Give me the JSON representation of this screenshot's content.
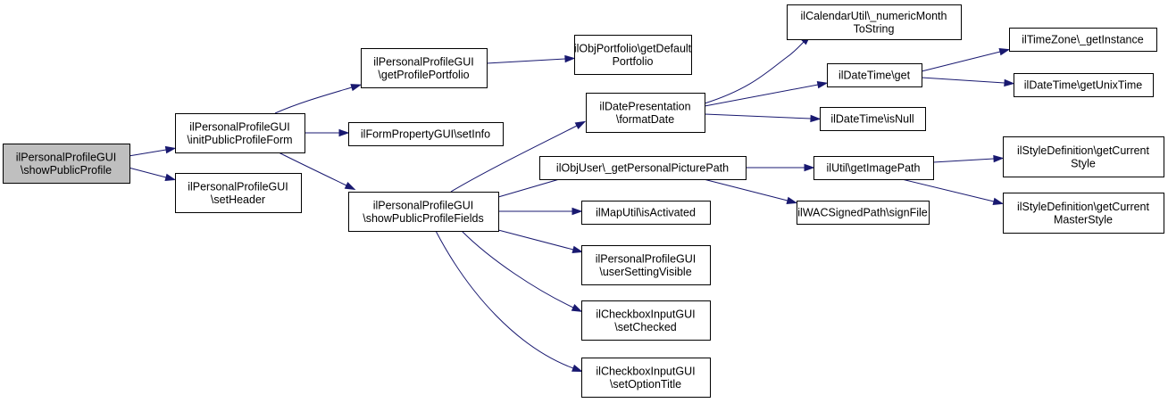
{
  "diagram": {
    "type": "call-graph",
    "colors": {
      "root_fill": "#bfbfbf",
      "node_fill": "#ffffff",
      "node_border": "#000000",
      "edge": "#191970"
    },
    "nodes": [
      {
        "id": "n_root",
        "lines": [
          "ilPersonalProfileGUI",
          "\\showPublicProfile"
        ],
        "root": true
      },
      {
        "id": "n_init",
        "lines": [
          "ilPersonalProfileGUI",
          "\\initPublicProfileForm"
        ]
      },
      {
        "id": "n_header",
        "lines": [
          "ilPersonalProfileGUI",
          "\\setHeader"
        ]
      },
      {
        "id": "n_getportfolio",
        "lines": [
          "ilPersonalProfileGUI",
          "\\getProfilePortfolio"
        ]
      },
      {
        "id": "n_setinfo",
        "lines": [
          "ilFormPropertyGUI\\setInfo"
        ]
      },
      {
        "id": "n_fields",
        "lines": [
          "ilPersonalProfileGUI",
          "\\showPublicProfileFields"
        ]
      },
      {
        "id": "n_objportfolio",
        "lines": [
          "ilObjPortfolio\\getDefault",
          "Portfolio"
        ]
      },
      {
        "id": "n_datepres",
        "lines": [
          "ilDatePresentation",
          "\\formatDate"
        ]
      },
      {
        "id": "n_picpath",
        "lines": [
          "ilObjUser\\_getPersonalPicturePath"
        ]
      },
      {
        "id": "n_maputil",
        "lines": [
          "ilMapUtil\\isActivated"
        ]
      },
      {
        "id": "n_usersetting",
        "lines": [
          "ilPersonalProfileGUI",
          "\\userSettingVisible"
        ]
      },
      {
        "id": "n_setchecked",
        "lines": [
          "ilCheckboxInputGUI",
          "\\setChecked"
        ]
      },
      {
        "id": "n_setoption",
        "lines": [
          "ilCheckboxInputGUI",
          "\\setOptionTitle"
        ]
      },
      {
        "id": "n_calutil",
        "lines": [
          "ilCalendarUtil\\_numericMonth",
          "ToString"
        ]
      },
      {
        "id": "n_dtget",
        "lines": [
          "ilDateTime\\get"
        ]
      },
      {
        "id": "n_dtnull",
        "lines": [
          "ilDateTime\\isNull"
        ]
      },
      {
        "id": "n_imgpath",
        "lines": [
          "ilUtil\\getImagePath"
        ]
      },
      {
        "id": "n_signfile",
        "lines": [
          "ilWACSignedPath\\signFile"
        ]
      },
      {
        "id": "n_tz",
        "lines": [
          "ilTimeZone\\_getInstance"
        ]
      },
      {
        "id": "n_unix",
        "lines": [
          "ilDateTime\\getUnixTime"
        ]
      },
      {
        "id": "n_style",
        "lines": [
          "ilStyleDefinition\\getCurrent",
          "Style"
        ]
      },
      {
        "id": "n_master",
        "lines": [
          "ilStyleDefinition\\getCurrent",
          "MasterStyle"
        ]
      }
    ],
    "edges": [
      {
        "from": "n_root",
        "to": "n_init"
      },
      {
        "from": "n_root",
        "to": "n_header"
      },
      {
        "from": "n_init",
        "to": "n_getportfolio"
      },
      {
        "from": "n_init",
        "to": "n_setinfo"
      },
      {
        "from": "n_init",
        "to": "n_fields"
      },
      {
        "from": "n_getportfolio",
        "to": "n_objportfolio"
      },
      {
        "from": "n_fields",
        "to": "n_datepres"
      },
      {
        "from": "n_fields",
        "to": "n_picpath"
      },
      {
        "from": "n_fields",
        "to": "n_maputil"
      },
      {
        "from": "n_fields",
        "to": "n_usersetting"
      },
      {
        "from": "n_fields",
        "to": "n_setchecked"
      },
      {
        "from": "n_fields",
        "to": "n_setoption"
      },
      {
        "from": "n_datepres",
        "to": "n_calutil"
      },
      {
        "from": "n_datepres",
        "to": "n_dtget"
      },
      {
        "from": "n_datepres",
        "to": "n_dtnull"
      },
      {
        "from": "n_picpath",
        "to": "n_imgpath"
      },
      {
        "from": "n_picpath",
        "to": "n_signfile"
      },
      {
        "from": "n_dtget",
        "to": "n_tz"
      },
      {
        "from": "n_dtget",
        "to": "n_unix"
      },
      {
        "from": "n_imgpath",
        "to": "n_style"
      },
      {
        "from": "n_imgpath",
        "to": "n_master"
      }
    ]
  }
}
